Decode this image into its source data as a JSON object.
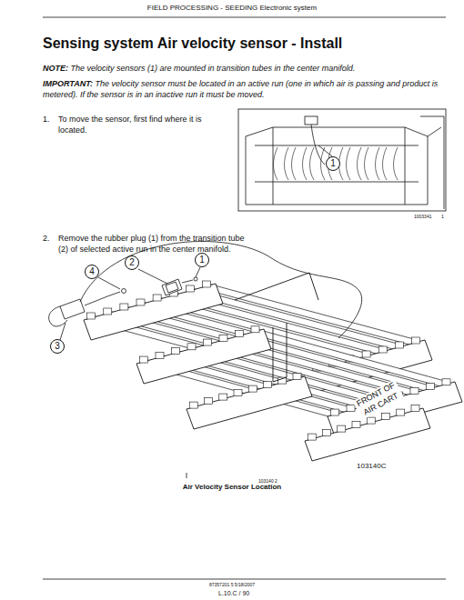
{
  "diagram": {
    "title": "Sensing system Air velocity sensor - Install",
    "caption": "Air Velocity Sensor Location",
    "nodes": [
      {
        "text": [
          "1"
        ]
      },
      {
        "text": [
          "2"
        ]
      },
      {
        "text": [
          "1"
        ]
      },
      {
        "text": [
          "4"
        ]
      },
      {
        "text": [
          "3"
        ]
      }
    ],
    "labels": [
      "FIELD PROCESSING - SEEDING Electronic system",
      "NOTE:",
      "The velocity sensors (1) are mounted in transition tubes in the center manifold.",
      "IMPORTANT:",
      "The velocity sensor must be located in an active run (one in which air is passing and product is metered). If the sensor is in an inactive run it must be moved.",
      "1.",
      "To move the sensor, first find where it is located.",
      "1003341",
      "1",
      "2.",
      "Remove the rubber plug (1) from the transition tube (2) of selected active run in the center manifold.",
      "FRONT OF AIR CART",
      "103140C",
      "103140",
      "2",
      "87357201 5 5/18/2007",
      "L.10.C / 90"
    ]
  }
}
